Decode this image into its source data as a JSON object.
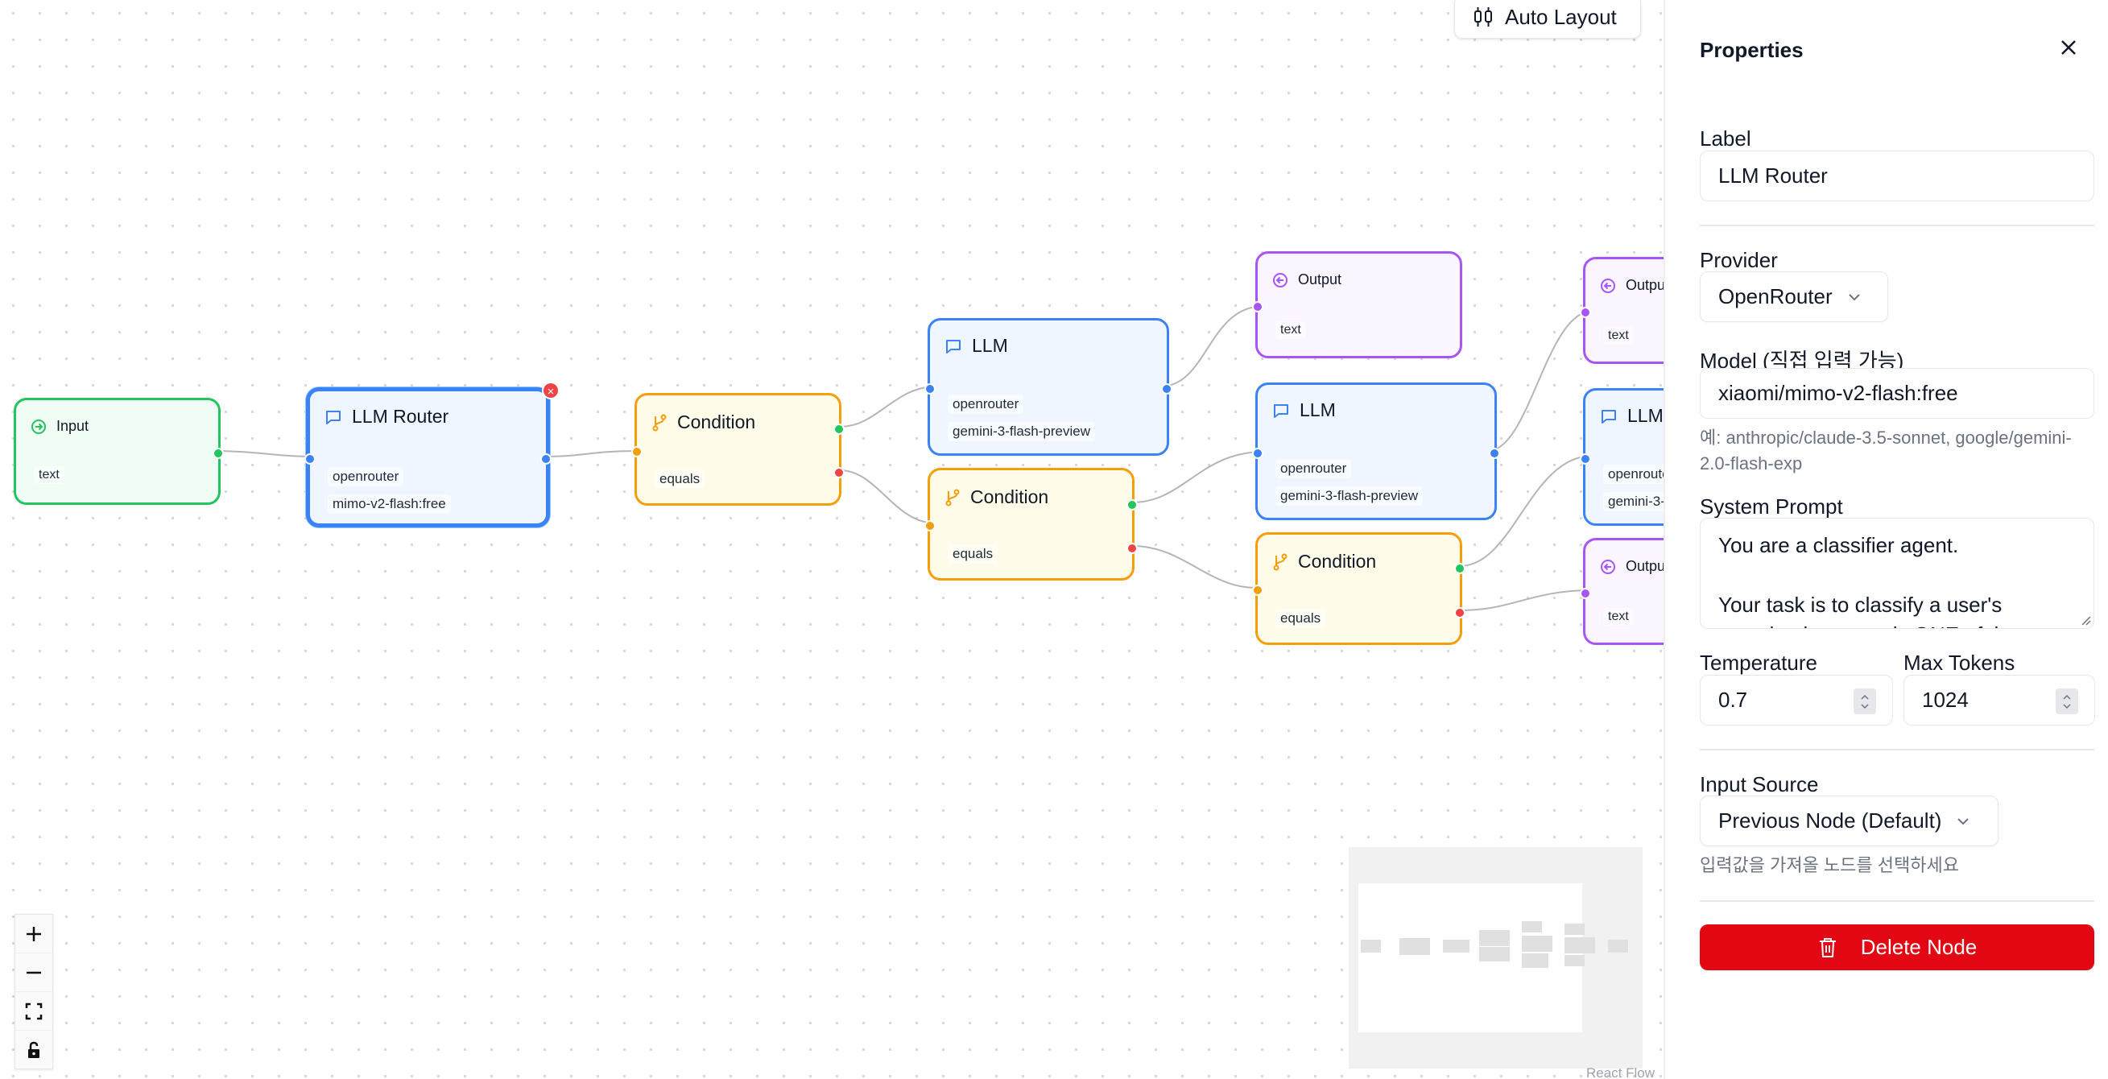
{
  "toolbar": {
    "auto_layout_label": "Auto Layout"
  },
  "nodes": {
    "input": {
      "title": "Input",
      "chip": "text",
      "icon": "arrow-right-circle-icon"
    },
    "llm_router": {
      "title": "LLM Router",
      "provider": "openrouter",
      "model": "mimo-v2-flash:free",
      "icon": "message-icon",
      "selected": true
    },
    "condition_1": {
      "title": "Condition",
      "chip": "equals",
      "icon": "branch-icon"
    },
    "llm_1": {
      "title": "LLM",
      "provider": "openrouter",
      "model": "gemini-3-flash-preview",
      "icon": "message-icon"
    },
    "condition_2": {
      "title": "Condition",
      "chip": "equals",
      "icon": "branch-icon"
    },
    "output_1": {
      "title": "Output",
      "chip": "text",
      "icon": "arrow-left-circle-icon"
    },
    "llm_2": {
      "title": "LLM",
      "provider": "openrouter",
      "model": "gemini-3-flash-preview",
      "icon": "message-icon"
    },
    "condition_3": {
      "title": "Condition",
      "chip": "equals",
      "icon": "branch-icon"
    },
    "output_2": {
      "title": "Output",
      "chip": "text",
      "icon": "arrow-left-circle-icon"
    },
    "llm_3": {
      "title": "LLM",
      "provider": "openrouter",
      "model": "gemini-3-",
      "icon": "message-icon"
    },
    "output_3": {
      "title": "Output",
      "chip": "text",
      "icon": "arrow-left-circle-icon"
    }
  },
  "controls": [
    "zoom-in",
    "zoom-out",
    "fit-view",
    "lock"
  ],
  "attribution": "React Flow",
  "panel": {
    "title": "Properties",
    "label_label": "Label",
    "label_value": "LLM Router",
    "provider_label": "Provider",
    "provider_value": "OpenRouter",
    "model_label": "Model (직접 입력 가능)",
    "model_value": "xiaomi/mimo-v2-flash:free",
    "model_hint": "예: anthropic/claude-3.5-sonnet, google/gemini-2.0-flash-exp",
    "system_prompt_label": "System Prompt",
    "system_prompt_value": "You are a classifier agent.\n\nYour task is to classify a user's question into exactly ONE of the",
    "temperature_label": "Temperature",
    "temperature_value": "0.7",
    "max_tokens_label": "Max Tokens",
    "max_tokens_value": "1024",
    "input_source_label": "Input Source",
    "input_source_value": "Previous Node (Default)",
    "input_source_hint": "입력값을 가져올 노드를 선택하세요",
    "delete_label": "Delete Node"
  },
  "colors": {
    "input_border": "#22c55e",
    "llm_border": "#3b82f6",
    "condition_border": "#f59e0b",
    "output_border": "#a855f7",
    "delete_button": "#e30613"
  }
}
